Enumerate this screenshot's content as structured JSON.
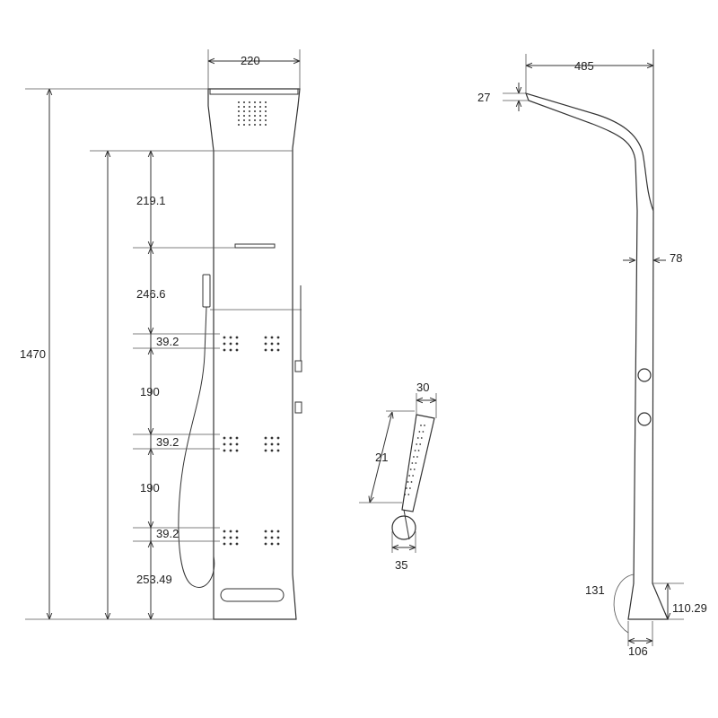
{
  "dimensions": {
    "top_width": "220",
    "total_height": "1470",
    "seg1": "219.1",
    "seg2": "246.6",
    "nozzle1": "39.2",
    "seg3": "190",
    "nozzle2": "39.2",
    "seg4": "190",
    "nozzle3": "39.2",
    "bottom_seg": "253.49",
    "handshower_width": "30",
    "handshower_length": "21",
    "handshower_base": "35",
    "side_reach": "485",
    "side_tip": "27",
    "side_depth": "78",
    "bottom_curve": "131",
    "bottom_height": "110.29",
    "bottom_width": "106"
  },
  "colors": {
    "line": "#333333",
    "text": "#222222",
    "background": "#ffffff"
  }
}
